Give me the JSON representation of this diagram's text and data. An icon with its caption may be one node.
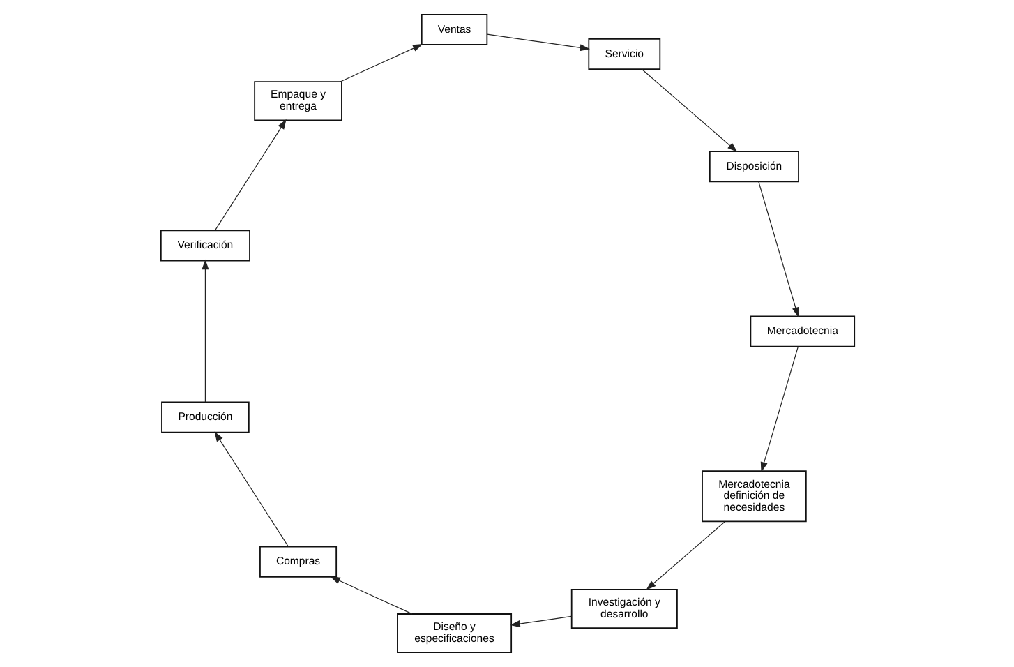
{
  "diagram": {
    "nodes": [
      {
        "text": [
          "Mercadotecnia definición de necesidades"
        ]
      },
      {
        "text": [
          "Investigación y desarrollo"
        ]
      },
      {
        "text": [
          "Diseño y especificaciones"
        ]
      },
      {
        "text": [
          "Compras"
        ]
      },
      {
        "text": [
          "Producción"
        ]
      },
      {
        "text": [
          "Verificación"
        ]
      },
      {
        "text": [
          "Empaque y entrega"
        ]
      },
      {
        "text": [
          "Ventas"
        ]
      },
      {
        "text": [
          "Servicio"
        ]
      },
      {
        "text": [
          "Disposición"
        ]
      },
      {
        "text": [
          "Mercadotecnia"
        ]
      }
    ],
    "edges": [
      {
        "from": 0,
        "to": 1,
        "arrow": "to"
      },
      {
        "from": 1,
        "to": 2,
        "arrow": "to"
      },
      {
        "from": 2,
        "to": 3,
        "arrow": "to"
      },
      {
        "from": 3,
        "to": 4,
        "arrow": "to"
      },
      {
        "from": 4,
        "to": 5,
        "arrow": "to"
      },
      {
        "from": 5,
        "to": 6,
        "arrow": "to"
      },
      {
        "from": 6,
        "to": 7,
        "arrow": "to"
      },
      {
        "from": 7,
        "to": 8,
        "arrow": "to"
      },
      {
        "from": 8,
        "to": 9,
        "arrow": "to"
      },
      {
        "from": 9,
        "to": 10,
        "arrow": "to"
      },
      {
        "from": 10,
        "to": 0,
        "arrow": "to"
      }
    ]
  }
}
